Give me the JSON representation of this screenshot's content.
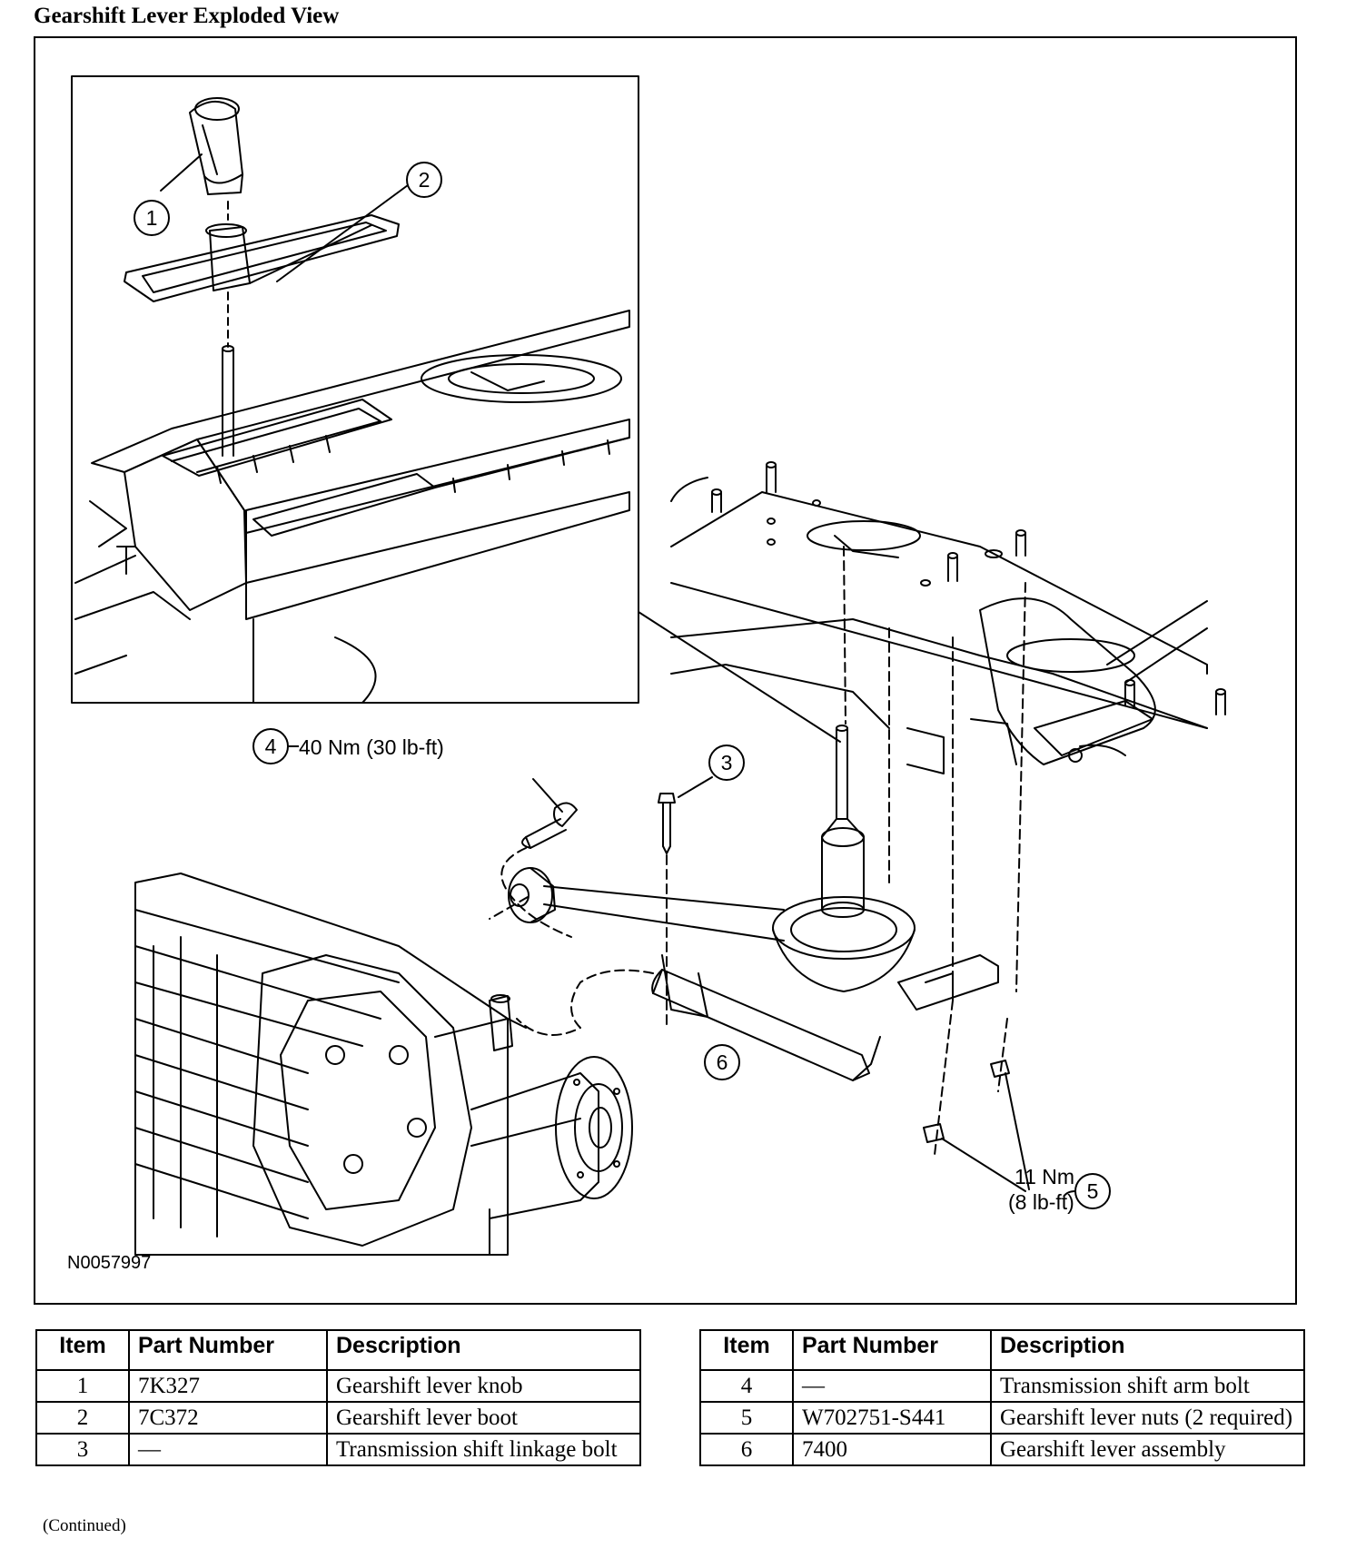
{
  "title": "Gearshift Lever Exploded View",
  "figure": {
    "figure_id": "N0057997",
    "callouts": [
      "1",
      "2",
      "3",
      "4",
      "5",
      "6"
    ],
    "torque_4": "40 Nm (30 lb-ft)",
    "torque_5_line1": "11 Nm",
    "torque_5_line2": "(8 lb-ft)"
  },
  "table": {
    "headers": [
      "Item",
      "Part Number",
      "Description"
    ],
    "left_rows": [
      {
        "item": "1",
        "part": "7K327",
        "desc": "Gearshift lever knob"
      },
      {
        "item": "2",
        "part": "7C372",
        "desc": "Gearshift lever boot"
      },
      {
        "item": "3",
        "part": "—",
        "desc": "Transmission shift linkage bolt"
      }
    ],
    "right_rows": [
      {
        "item": "4",
        "part": "—",
        "desc": "Transmission shift arm bolt"
      },
      {
        "item": "5",
        "part": "W702751-S441",
        "desc": "Gearshift lever nuts (2 required)"
      },
      {
        "item": "6",
        "part": "7400",
        "desc": "Gearshift lever assembly"
      }
    ]
  },
  "footer": {
    "continued": "(Continued)"
  }
}
